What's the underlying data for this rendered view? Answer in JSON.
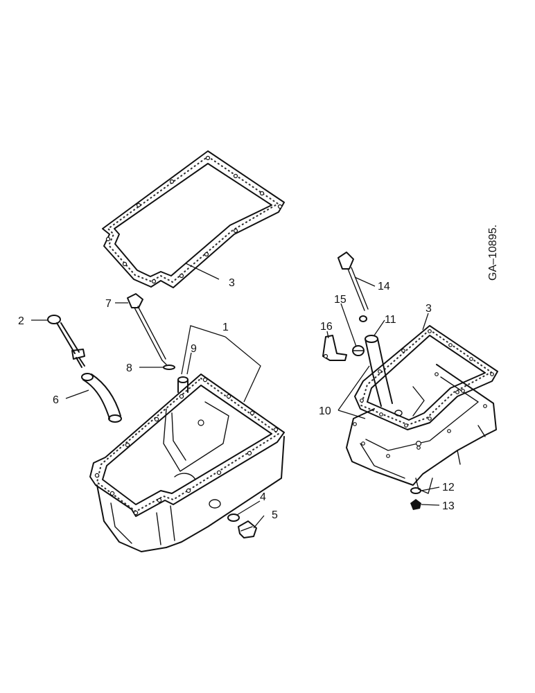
{
  "figure": {
    "code": "GA–10895."
  },
  "callouts": [
    {
      "id": "1",
      "text": "1"
    },
    {
      "id": "2",
      "text": "2"
    },
    {
      "id": "3a",
      "text": "3"
    },
    {
      "id": "3b",
      "text": "3"
    },
    {
      "id": "4",
      "text": "4"
    },
    {
      "id": "5",
      "text": "5"
    },
    {
      "id": "6",
      "text": "6"
    },
    {
      "id": "7",
      "text": "7"
    },
    {
      "id": "8",
      "text": "8"
    },
    {
      "id": "9",
      "text": "9"
    },
    {
      "id": "10",
      "text": "10"
    },
    {
      "id": "11",
      "text": "11"
    },
    {
      "id": "12",
      "text": "12"
    },
    {
      "id": "13",
      "text": "13"
    },
    {
      "id": "14",
      "text": "14"
    },
    {
      "id": "15",
      "text": "15"
    },
    {
      "id": "16",
      "text": "16"
    }
  ]
}
